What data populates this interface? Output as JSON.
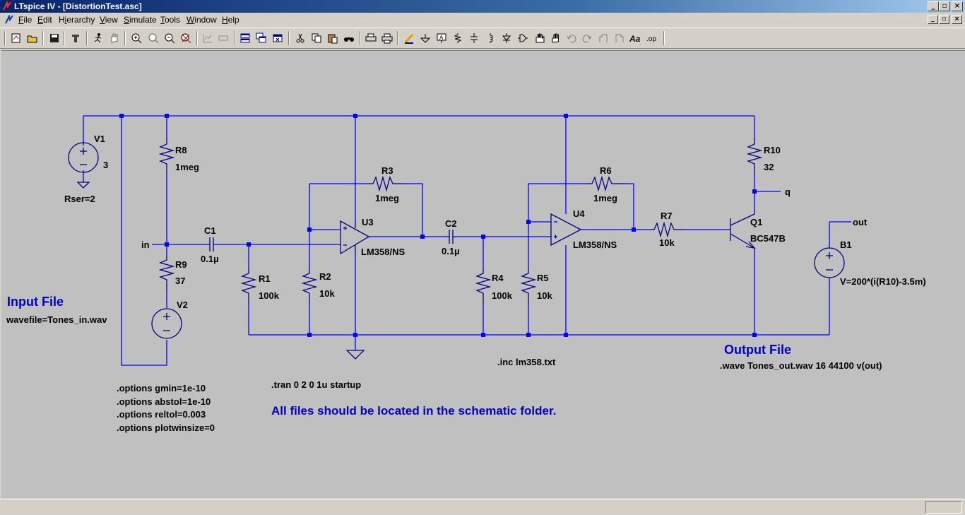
{
  "window": {
    "title": "LTspice IV - [DistortionTest.asc]",
    "buttons": {
      "minimize": "_",
      "maximize": "▫",
      "close": "×"
    }
  },
  "menu": {
    "items": [
      {
        "label": "File",
        "underline": "F"
      },
      {
        "label": "Edit",
        "underline": "E"
      },
      {
        "label": "Hierarchy",
        "underline": "i"
      },
      {
        "label": "View",
        "underline": "V"
      },
      {
        "label": "Simulate",
        "underline": "S"
      },
      {
        "label": "Tools",
        "underline": "T"
      },
      {
        "label": "Window",
        "underline": "W"
      },
      {
        "label": "Help",
        "underline": "H"
      }
    ]
  },
  "toolbar": {
    "icons": [
      "new-schematic-icon",
      "open-icon",
      "save-icon",
      "control-panel-icon",
      "run-icon",
      "halt-icon",
      "zoom-in-icon",
      "pan-icon",
      "zoom-out-icon",
      "zoom-fit-icon",
      "autorange-icon",
      "ruler-icon",
      "tile-horizontal-icon",
      "cascade-icon",
      "close-window-icon",
      "cut-icon",
      "copy-icon",
      "paste-icon",
      "find-icon",
      "print-setup-icon",
      "print-icon",
      "draw-wire-icon",
      "ground-icon",
      "label-net-icon",
      "resistor-icon",
      "capacitor-icon",
      "inductor-icon",
      "diode-icon",
      "component-icon",
      "move-icon",
      "drag-icon",
      "undo-icon",
      "redo-icon",
      "rotate-icon",
      "mirror-icon",
      "text-icon",
      "spice-directive-icon"
    ]
  },
  "schematic": {
    "colors": {
      "wire": "#0000ff",
      "component": "#000080",
      "text": "#000000",
      "comment": "#0000c0",
      "junction": "#0000ff"
    },
    "components": {
      "V1": {
        "name": "V1",
        "value": "3",
        "extra": "Rser=2"
      },
      "V2": {
        "name": "V2"
      },
      "R8": {
        "name": "R8",
        "value": "1meg"
      },
      "R9": {
        "name": "R9",
        "value": "37"
      },
      "C1": {
        "name": "C1",
        "value": "0.1µ"
      },
      "R1": {
        "name": "R1",
        "value": "100k"
      },
      "R2": {
        "name": "R2",
        "value": "10k"
      },
      "R3": {
        "name": "R3",
        "value": "1meg"
      },
      "U3": {
        "name": "U3",
        "value": "LM358/NS"
      },
      "C2": {
        "name": "C2",
        "value": "0.1µ"
      },
      "R4": {
        "name": "R4",
        "value": "100k"
      },
      "R5": {
        "name": "R5",
        "value": "10k"
      },
      "R6": {
        "name": "R6",
        "value": "1meg"
      },
      "U4": {
        "name": "U4",
        "value": "LM358/NS"
      },
      "R7": {
        "name": "R7",
        "value": "10k"
      },
      "R10": {
        "name": "R10",
        "value": "32"
      },
      "Q1": {
        "name": "Q1",
        "value": "BC547B"
      },
      "B1": {
        "name": "B1",
        "value": "V=200*(i(R10)-3.5m)"
      }
    },
    "net_labels": {
      "in": "in",
      "q": "q",
      "out": "out"
    },
    "directives": {
      "wavefile": "wavefile=Tones_in.wav",
      "tran": ".tran 0 2 0 1u startup",
      "inc": ".inc lm358.txt",
      "wave": ".wave Tones_out.wav 16 44100 v(out)",
      "options": [
        ".options gmin=1e-10",
        ".options abstol=1e-10",
        ".options reltol=0.003",
        ".options plotwinsize=0"
      ]
    },
    "comments": {
      "input_file": "Input File",
      "output_file": "Output File",
      "note": "All files should be located in the schematic folder."
    }
  }
}
